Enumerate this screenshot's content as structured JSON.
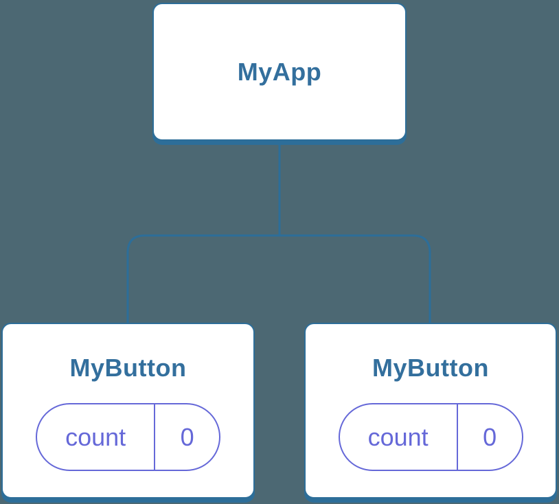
{
  "diagram": {
    "kind": "component-tree",
    "root": {
      "label": "MyApp"
    },
    "children": [
      {
        "label": "MyButton",
        "state": {
          "key": "count",
          "value": "0"
        }
      },
      {
        "label": "MyButton",
        "state": {
          "key": "count",
          "value": "0"
        }
      }
    ]
  },
  "colors": {
    "background": "#4C6873",
    "node_fill": "#FFFFFF",
    "stroke_blue": "#2D6E99",
    "title_blue": "#336F9D",
    "state_purple": "#6568D8"
  }
}
